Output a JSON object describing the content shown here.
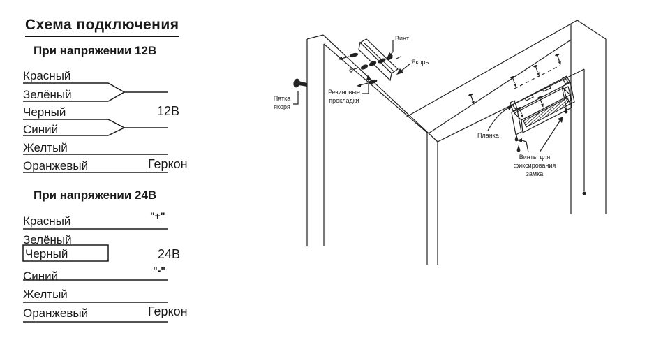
{
  "title": "Схема подключения",
  "ink_color": "#1a1a1a",
  "section_12v": {
    "heading": "При напряжении 12В",
    "wires": [
      {
        "name": "Красный",
        "value": ""
      },
      {
        "name": "Зелёный",
        "value": ""
      },
      {
        "name": "Черный",
        "value": "12В"
      },
      {
        "name": "Синий",
        "value": ""
      },
      {
        "name": "Желтый",
        "value": ""
      },
      {
        "name": "Оранжевый",
        "value": "Геркон"
      }
    ]
  },
  "section_24v": {
    "heading": "При напряжении 24В",
    "wires": [
      {
        "name": "Красный",
        "value": "\"+\""
      },
      {
        "name": "Зелёный",
        "value": ""
      },
      {
        "name": "Черный",
        "value": "24В"
      },
      {
        "name": "Синий",
        "value": "\"-\""
      },
      {
        "name": "Желтый",
        "value": ""
      },
      {
        "name": "Оранжевый",
        "value": "Геркон"
      }
    ]
  },
  "diagram": {
    "labels": {
      "vint": "Винт",
      "yakor": "Якорь",
      "pyatka_line1": "Пятка",
      "pyatka_line2": "якоря",
      "gaskets_line1": "Резиновые",
      "gaskets_line2": "прокладки",
      "planka": "Планка",
      "vinty_line1": "Винты для",
      "vinty_line2": "фиксирования",
      "vinty_line3": "замка"
    }
  }
}
